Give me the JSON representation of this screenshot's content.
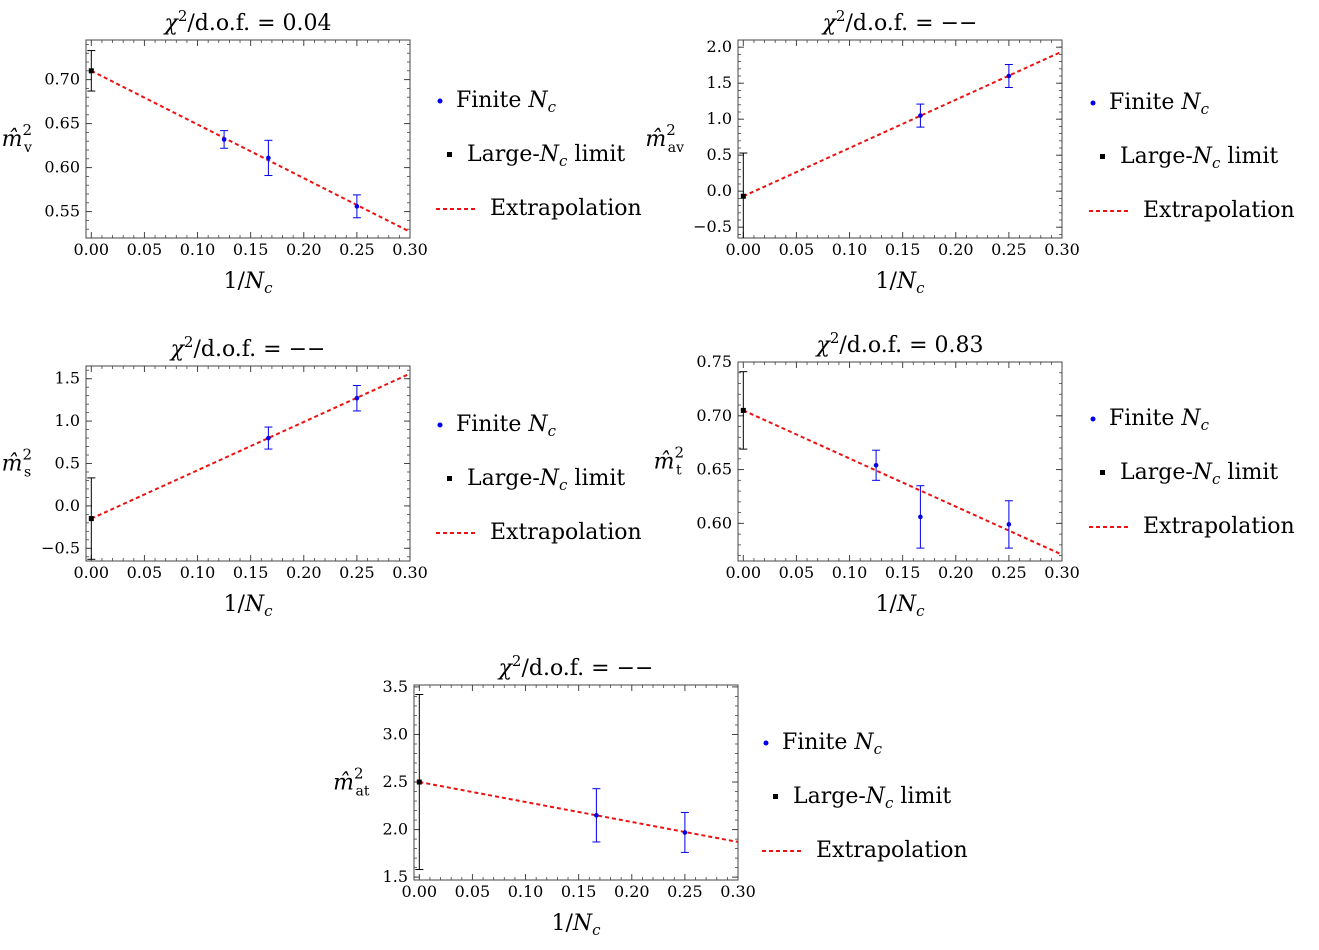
{
  "colors": {
    "finite": "#0000ee",
    "limit": "#000000",
    "fit": "#ee1111",
    "frame": "#444444"
  },
  "legend": {
    "finite_prefix": "Finite ",
    "finite_var": "N",
    "finite_sub": "c",
    "limit_prefix": "Large-",
    "limit_var": "N",
    "limit_sub": "c",
    "limit_suffix": " limit",
    "fit_label": "Extrapolation"
  },
  "chart_data": [
    {
      "type": "scatter",
      "title_prefix": "χ",
      "title_sup": "2",
      "title_rest": "/d.o.f. = 0.04",
      "xlabel_num": "1/",
      "xlabel_var": "N",
      "xlabel_sub": "c",
      "ylabel_var": "m̂",
      "ylabel_sup": "2",
      "ylabel_sub": "v",
      "xlim": [
        -0.005,
        0.3
      ],
      "ylim": [
        0.52,
        0.745
      ],
      "xticks": [
        "0.00",
        "0.05",
        "0.10",
        "0.15",
        "0.20",
        "0.25",
        "0.30"
      ],
      "yticks": [
        "0.55",
        "0.60",
        "0.65",
        "0.70"
      ],
      "finite": [
        {
          "x": 0.125,
          "y": 0.632,
          "err": 0.01
        },
        {
          "x": 0.1667,
          "y": 0.611,
          "err": 0.02
        },
        {
          "x": 0.25,
          "y": 0.556,
          "err": 0.013
        }
      ],
      "limit": {
        "x": 0.0,
        "y": 0.71,
        "err": 0.023
      },
      "fit": {
        "intercept": 0.71,
        "slope": -0.61
      }
    },
    {
      "type": "scatter",
      "title_prefix": "χ",
      "title_sup": "2",
      "title_rest": "/d.o.f. = −−",
      "xlabel_num": "1/",
      "xlabel_var": "N",
      "xlabel_sub": "c",
      "ylabel_var": "m̂",
      "ylabel_sup": "2",
      "ylabel_sub": "av",
      "xlim": [
        -0.005,
        0.3
      ],
      "ylim": [
        -0.65,
        2.1
      ],
      "xticks": [
        "0.00",
        "0.05",
        "0.10",
        "0.15",
        "0.20",
        "0.25",
        "0.30"
      ],
      "yticks": [
        "−0.5",
        "0.0",
        "0.5",
        "1.0",
        "1.5",
        "2.0"
      ],
      "finite": [
        {
          "x": 0.1667,
          "y": 1.05,
          "err": 0.16
        },
        {
          "x": 0.25,
          "y": 1.6,
          "err": 0.16
        }
      ],
      "limit": {
        "x": 0.0,
        "y": -0.07,
        "err": 0.6
      },
      "fit": {
        "intercept": -0.07,
        "slope": 6.7
      }
    },
    {
      "type": "scatter",
      "title_prefix": "χ",
      "title_sup": "2",
      "title_rest": "/d.o.f. = −−",
      "xlabel_num": "1/",
      "xlabel_var": "N",
      "xlabel_sub": "c",
      "ylabel_var": "m̂",
      "ylabel_sup": "2",
      "ylabel_sub": "s",
      "xlim": [
        -0.005,
        0.3
      ],
      "ylim": [
        -0.65,
        1.65
      ],
      "xticks": [
        "0.00",
        "0.05",
        "0.10",
        "0.15",
        "0.20",
        "0.25",
        "0.30"
      ],
      "yticks": [
        "−0.5",
        "0.0",
        "0.5",
        "1.0",
        "1.5"
      ],
      "finite": [
        {
          "x": 0.1667,
          "y": 0.8,
          "err": 0.13
        },
        {
          "x": 0.25,
          "y": 1.27,
          "err": 0.15
        }
      ],
      "limit": {
        "x": 0.0,
        "y": -0.15,
        "err": 0.48
      },
      "fit": {
        "intercept": -0.15,
        "slope": 5.7
      }
    },
    {
      "type": "scatter",
      "title_prefix": "χ",
      "title_sup": "2",
      "title_rest": "/d.o.f. = 0.83",
      "xlabel_num": "1/",
      "xlabel_var": "N",
      "xlabel_sub": "c",
      "ylabel_var": "m̂",
      "ylabel_sup": "2",
      "ylabel_sub": "t",
      "xlim": [
        -0.005,
        0.3
      ],
      "ylim": [
        0.565,
        0.75
      ],
      "xticks": [
        "0.00",
        "0.05",
        "0.10",
        "0.15",
        "0.20",
        "0.25",
        "0.30"
      ],
      "yticks": [
        "0.60",
        "0.65",
        "0.70",
        "0.75"
      ],
      "finite": [
        {
          "x": 0.125,
          "y": 0.654,
          "err": 0.014
        },
        {
          "x": 0.1667,
          "y": 0.606,
          "err": 0.029
        },
        {
          "x": 0.25,
          "y": 0.599,
          "err": 0.022
        }
      ],
      "limit": {
        "x": 0.0,
        "y": 0.705,
        "err": 0.036
      },
      "fit": {
        "intercept": 0.705,
        "slope": -0.447
      }
    },
    {
      "type": "scatter",
      "title_prefix": "χ",
      "title_sup": "2",
      "title_rest": "/d.o.f. = −−",
      "xlabel_num": "1/",
      "xlabel_var": "N",
      "xlabel_sub": "c",
      "ylabel_var": "m̂",
      "ylabel_sup": "2",
      "ylabel_sub": "at",
      "xlim": [
        -0.005,
        0.3
      ],
      "ylim": [
        1.47,
        3.52
      ],
      "xticks": [
        "0.00",
        "0.05",
        "0.10",
        "0.15",
        "0.20",
        "0.25",
        "0.30"
      ],
      "yticks": [
        "1.5",
        "2.0",
        "2.5",
        "3.0",
        "3.5"
      ],
      "finite": [
        {
          "x": 0.1667,
          "y": 2.15,
          "err": 0.28
        },
        {
          "x": 0.25,
          "y": 1.97,
          "err": 0.21
        }
      ],
      "limit": {
        "x": 0.0,
        "y": 2.5,
        "err": 0.92
      },
      "fit": {
        "intercept": 2.5,
        "slope": -2.1
      }
    }
  ]
}
